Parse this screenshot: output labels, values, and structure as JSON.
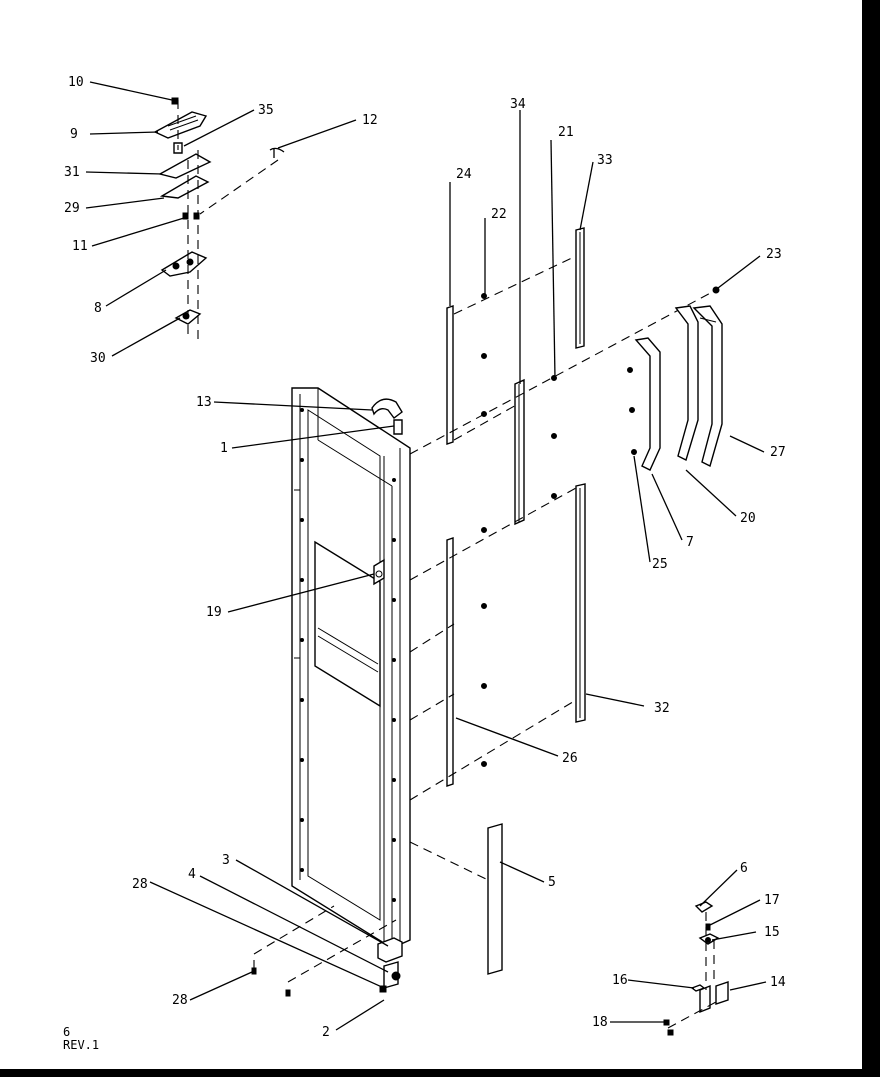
{
  "diagram": {
    "labels": {
      "p1": "1",
      "p2": "2",
      "p3": "3",
      "p4": "4",
      "p5": "5",
      "p6": "6",
      "p7": "7",
      "p8": "8",
      "p9": "9",
      "p10": "10",
      "p11": "11",
      "p12": "12",
      "p13": "13",
      "p14": "14",
      "p15": "15",
      "p16": "16",
      "p17": "17",
      "p18": "18",
      "p19": "19",
      "p20": "20",
      "p21": "21",
      "p22": "22",
      "p23": "23",
      "p24": "24",
      "p25": "25",
      "p26": "26",
      "p27": "27",
      "p28a": "28",
      "p28b": "28",
      "p29": "29",
      "p30": "30",
      "p31": "31",
      "p32": "32",
      "p33": "33",
      "p34": "34",
      "p35": "35"
    }
  },
  "footer": {
    "page": "6",
    "revision": "REV.1"
  }
}
